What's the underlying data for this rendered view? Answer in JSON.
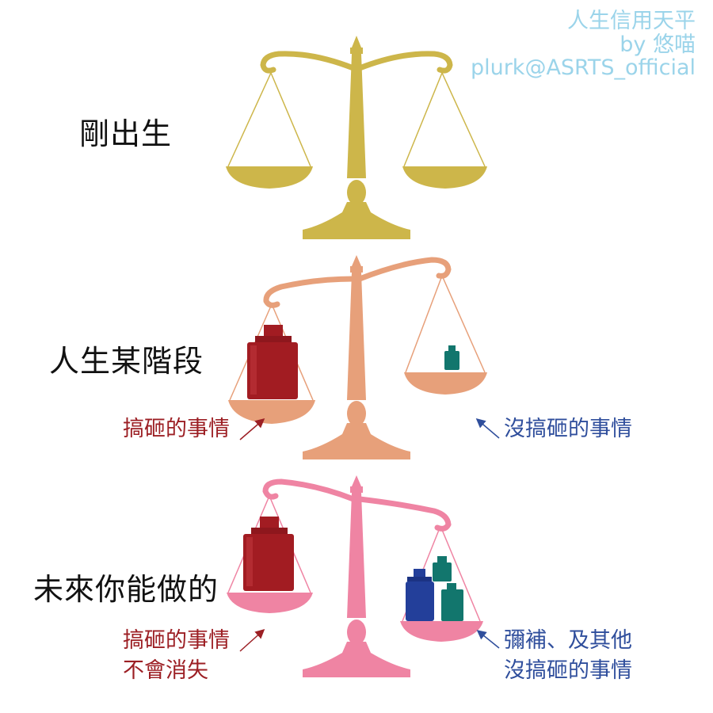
{
  "credit": {
    "title": "人生信用天平",
    "author": "by 悠喵",
    "handle": "plurk@ASRTS_official"
  },
  "stages": [
    {
      "label": "剛出生",
      "color": "#cdb64a"
    },
    {
      "label": "人生某階段",
      "color": "#e7a07a",
      "left_note": "搞砸的事情",
      "right_note": "沒搞砸的事情"
    },
    {
      "label": "未來你能做的",
      "color": "#ef84a3",
      "left_note_1": "搞砸的事情",
      "left_note_2": "不會消失",
      "right_note_1": "彌補、及其他",
      "right_note_2": "沒搞砸的事情"
    }
  ],
  "colors": {
    "weight_red": "#a21c22",
    "weight_teal": "#12766d",
    "weight_blue": "#233f9a",
    "note_red": "#9c1f24",
    "note_blue": "#2f4e9c"
  }
}
